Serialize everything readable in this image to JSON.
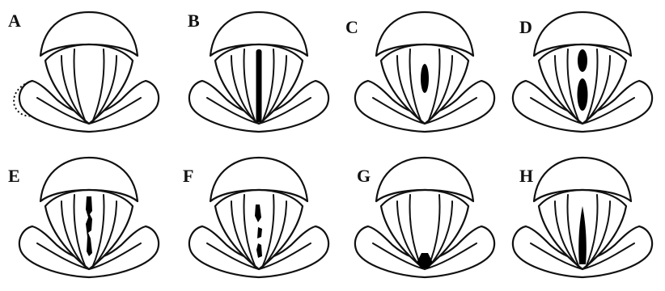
{
  "panels": [
    {
      "label": "A",
      "gap": "none"
    },
    {
      "label": "B",
      "gap": "linear"
    },
    {
      "label": "C",
      "gap": "central"
    },
    {
      "label": "D",
      "gap": "hourglass"
    },
    {
      "label": "E",
      "gap": "irregular"
    },
    {
      "label": "F",
      "gap": "fragmented"
    },
    {
      "label": "G",
      "gap": "posterior"
    },
    {
      "label": "H",
      "gap": "spindle"
    }
  ]
}
